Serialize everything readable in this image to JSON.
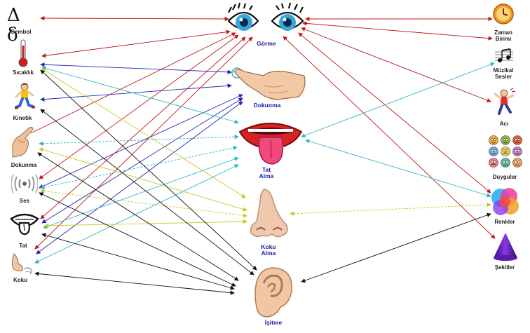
{
  "left_items": {
    "sembol_glyph": "Δ δ",
    "sembol": "Sembol",
    "sicaklik": "Sıcaklık",
    "kinetik": "Kinetik",
    "dokunma": "Dokunma",
    "ses": "Ses",
    "tat": "Tat",
    "koku": "Koku"
  },
  "center_senses": {
    "gorme": "Görme",
    "dokunma": "Dokunma",
    "tat_alma_1": "Tat",
    "tat_alma_2": "Alma",
    "koku_alma_1": "Koku",
    "koku_alma_2": "Alma",
    "isitme": "İşitme"
  },
  "right_items": {
    "zaman_1": "Zaman",
    "zaman_2": "Birimi",
    "muzikal_1": "Müzikal",
    "muzikal_2": "Sesler",
    "aci": "Acı",
    "duygular": "Duygular",
    "renkler": "Renkler",
    "sekiller": "Şekiller"
  },
  "arrow_colors": {
    "red": "#c01818",
    "blue": "#2424b8",
    "cyan": "#28b8c8",
    "yellow": "#c8c820",
    "black": "#111111",
    "purple": "#6a2a8a"
  }
}
